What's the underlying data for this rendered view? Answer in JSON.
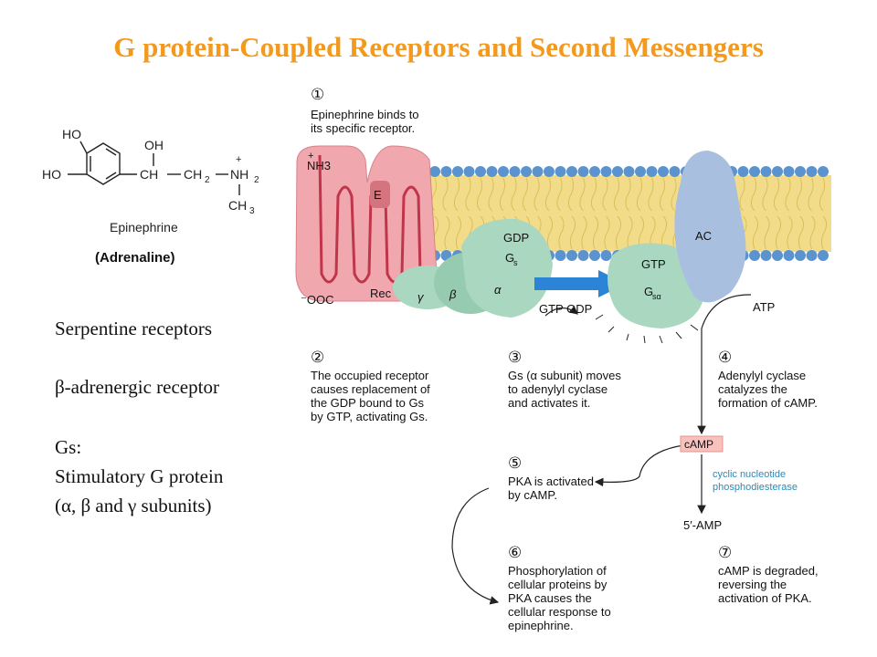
{
  "title": "G protein-Coupled  Receptors and Second Messengers",
  "molecule": {
    "groups": [
      "HO",
      "HO",
      "OH",
      "CH",
      "CH",
      "2",
      "NH",
      "2",
      "+",
      "CH",
      "3"
    ],
    "name": "Epinephrine",
    "alias": "(Adrenaline)"
  },
  "notes": {
    "line1": "Serpentine receptors",
    "line2": "β-adrenergic receptor",
    "line3": "Gs:",
    "line4": "Stimulatory G protein",
    "line5": "(α,  β and γ subunits)"
  },
  "labels": {
    "nh3": "NH3",
    "nh3_charge": "+",
    "cooh": "⁻OOC",
    "E": "E",
    "rec": "Rec",
    "gdp": "GDP",
    "gs": "G",
    "gs_sub": "s",
    "alpha": "α",
    "beta": "β",
    "gamma": "γ",
    "gtp": "GTP",
    "gsa": "G",
    "gsa_sub": "sα",
    "ac": "AC",
    "atp": "ATP",
    "gtp_gdp": "GTP  GDP",
    "camp": "cAMP",
    "pde1": "cyclic nucleotide",
    "pde2": "phosphodiesterase",
    "amp": "5′-AMP"
  },
  "steps": {
    "s1_num": "①",
    "s1_l1": "Epinephrine binds to",
    "s1_l2": "its specific receptor.",
    "s2_num": "②",
    "s2_l1": "The occupied receptor",
    "s2_l2": "causes replacement of",
    "s2_l3": "the GDP bound to Gs",
    "s2_l4": "by GTP, activating Gs.",
    "s3_num": "③",
    "s3_l1": "Gs (α subunit) moves",
    "s3_l2": "to adenylyl cyclase",
    "s3_l3": "and activates it.",
    "s4_num": "④",
    "s4_l1": "Adenylyl cyclase",
    "s4_l2": "catalyzes the",
    "s4_l3": "formation of cAMP.",
    "s5_num": "⑤",
    "s5_l1": "PKA is activated",
    "s5_l2": "by cAMP.",
    "s6_num": "⑥",
    "s6_l1": "Phosphorylation of",
    "s6_l2": "cellular proteins by",
    "s6_l3": "PKA causes the",
    "s6_l4": "cellular response to",
    "s6_l5": "epinephrine.",
    "s7_num": "⑦",
    "s7_l1": "cAMP is degraded,",
    "s7_l2": "reversing the",
    "s7_l3": "activation of PKA."
  },
  "colors": {
    "title": "#f39a1e",
    "receptor": "#f0a8ae",
    "receptor_line": "#c0354a",
    "gprotein": "#a9d7bf",
    "adenylyl_cyclase": "#a9bfe0",
    "membrane_head": "#5b93cf",
    "membrane_tail": "#f2dc8a",
    "camp_box": "#f7c1bd",
    "arrow": "#2b84d6",
    "pde_text": "#2b8ab8"
  }
}
